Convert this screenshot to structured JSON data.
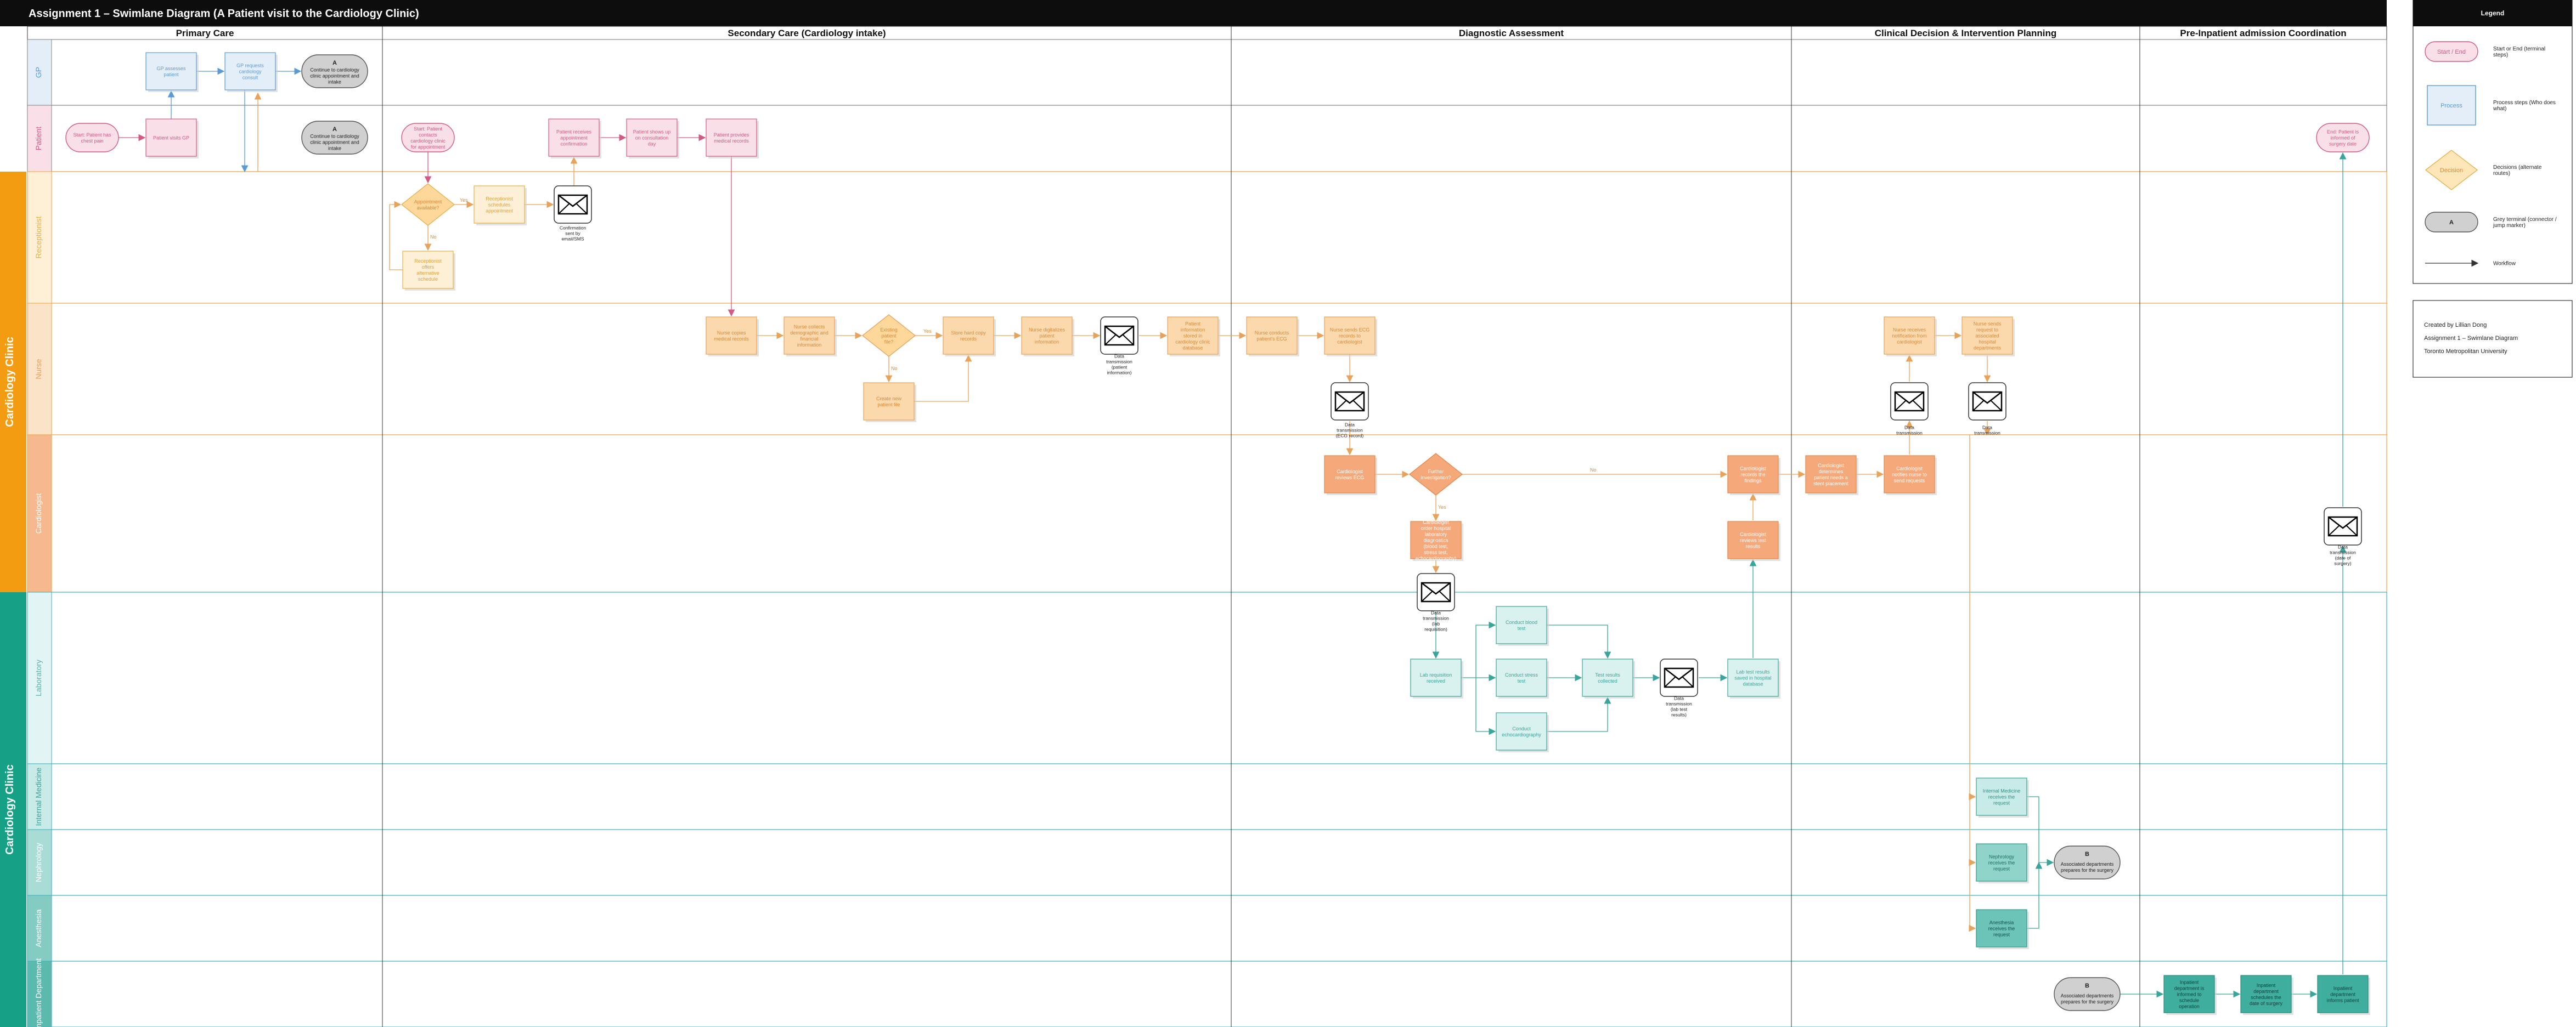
{
  "title": "Assignment 1 – Swimlane Diagram (A Patient visit to the Cardiology Clinic)",
  "phases": [
    {
      "id": "primary",
      "label": "Primary Care"
    },
    {
      "id": "secondary",
      "label": "Secondary Care (Cardiology intake)"
    },
    {
      "id": "diagnostic",
      "label": "Diagnostic Assessment"
    },
    {
      "id": "clinical",
      "label": "Clinical Decision & Intervention Planning"
    },
    {
      "id": "preinpatient",
      "label": "Pre-Inpatient admission Coordination"
    }
  ],
  "groups": [
    {
      "id": "g1",
      "label": "Cardiology Clinic",
      "color": "#f39c12"
    },
    {
      "id": "g2",
      "label": "Cardiology Clinic",
      "color": "#16a085"
    }
  ],
  "lanes": [
    {
      "id": "gp",
      "label": "GP",
      "fill": "#e3eef9",
      "text": "#5b9bd5"
    },
    {
      "id": "patient",
      "label": "Patient",
      "fill": "#f8dfe8",
      "text": "#d45a86"
    },
    {
      "id": "receptionist",
      "label": "Receptionist",
      "fill": "#fdf0d6",
      "text": "#e8b04a"
    },
    {
      "id": "nurse",
      "label": "Nurse",
      "fill": "#fbe3c8",
      "text": "#e8a25a"
    },
    {
      "id": "cardiologist",
      "label": "Cardiologist",
      "fill": "#f5b98d",
      "text": "#ffffff"
    },
    {
      "id": "lab",
      "label": "Laboratory",
      "fill": "#e2f4f3",
      "text": "#5fb3ad"
    },
    {
      "id": "internal",
      "label": "Internal Medicine",
      "fill": "#c8ebe7",
      "text": "#3f9f97"
    },
    {
      "id": "nephro",
      "label": "Nephrology",
      "fill": "#a8dcd5",
      "text": "#ffffff"
    },
    {
      "id": "anaes",
      "label": "Anesthesia",
      "fill": "#84ccc2",
      "text": "#ffffff"
    },
    {
      "id": "inpatient",
      "label": "Inpatient Department",
      "fill": "#5bb9ad",
      "text": "#ffffff"
    }
  ],
  "legend": {
    "title": "Legend",
    "items": [
      {
        "id": "terminal",
        "label": "Start / End",
        "desc": "Start or End (terminal steps)"
      },
      {
        "id": "process",
        "label": "Process",
        "desc": "Process steps (Who does what)"
      },
      {
        "id": "decision",
        "label": "Decision",
        "desc": "Decisions (alternate routes)"
      },
      {
        "id": "connector",
        "label": "A",
        "desc": "Grey terminal (connector / jump marker)"
      },
      {
        "id": "workflow",
        "label": "",
        "desc": "Workflow"
      }
    ]
  },
  "credits": [
    "Created by Lillian Dong",
    "Assignment 1 – Swimlane Diagram",
    "Toronto Metropolitan University"
  ],
  "nodes": [
    {
      "id": "gp_assess",
      "lane": "gp",
      "type": "process",
      "text": "GP assesses patient"
    },
    {
      "id": "gp_request",
      "lane": "gp",
      "type": "process",
      "text": "GP requests cardiology consult"
    },
    {
      "id": "conA_top",
      "lane": "gp",
      "type": "connector",
      "letter": "A",
      "text": "Continue to cardiology clinic appointment and intake"
    },
    {
      "id": "start1",
      "lane": "patient",
      "type": "terminal",
      "text": "Start: Patient has chest pain"
    },
    {
      "id": "visit_gp",
      "lane": "patient",
      "type": "process",
      "text": "Patient visits GP"
    },
    {
      "id": "conA_pat",
      "lane": "patient",
      "type": "connector",
      "letter": "A",
      "text": "Continue to cardiology clinic appointment and intake"
    },
    {
      "id": "start2",
      "lane": "patient",
      "type": "terminal",
      "text": "Start: Patient contacts cardiology clinic for appointment"
    },
    {
      "id": "pat_receives",
      "lane": "patient",
      "type": "process",
      "text": "Patient receives appointment confirmation"
    },
    {
      "id": "pat_shows",
      "lane": "patient",
      "type": "process",
      "text": "Patient shows up on consultation day"
    },
    {
      "id": "pat_provides",
      "lane": "patient",
      "type": "process",
      "text": "Patient provides medical records"
    },
    {
      "id": "end1",
      "lane": "patient",
      "type": "terminal",
      "text": "End: Patient is informed of surgery date"
    },
    {
      "id": "appt_avail",
      "lane": "receptionist",
      "type": "decision",
      "text": "Appointment available?"
    },
    {
      "id": "rec_schedules",
      "lane": "receptionist",
      "type": "process",
      "text": "Receptionist schedules appointment"
    },
    {
      "id": "rec_offers",
      "lane": "receptionist",
      "type": "process",
      "text": "Receptionist offers alternative schedule"
    },
    {
      "id": "env_confirm",
      "lane": "receptionist",
      "type": "envelope",
      "text": "Confirmation sent by email/SMS"
    },
    {
      "id": "nurse_copies",
      "lane": "nurse",
      "type": "process",
      "text": "Nurse copies medical records"
    },
    {
      "id": "nurse_collects",
      "lane": "nurse",
      "type": "process",
      "text": "Nurse collects demographic and financial information"
    },
    {
      "id": "existing",
      "lane": "nurse",
      "type": "decision",
      "text": "Existing patient file?"
    },
    {
      "id": "create_file",
      "lane": "nurse",
      "type": "process",
      "text": "Create new patient file"
    },
    {
      "id": "store_copy",
      "lane": "nurse",
      "type": "process",
      "text": "Store hard copy records"
    },
    {
      "id": "nurse_digit",
      "lane": "nurse",
      "type": "process",
      "text": "Nurse digitalizes patient information"
    },
    {
      "id": "env_patient",
      "lane": "nurse",
      "type": "envelope",
      "text": "Data transmission (patient information)"
    },
    {
      "id": "patient_info",
      "lane": "nurse",
      "type": "process",
      "text": "Patient information stored in cardiology clinic database"
    },
    {
      "id": "nurse_ecg",
      "lane": "nurse",
      "type": "process",
      "text": "Nurse conducts patient's ECG"
    },
    {
      "id": "nurse_sends_ecg",
      "lane": "nurse",
      "type": "process",
      "text": "Nurse sends ECG records to cardiologist"
    },
    {
      "id": "env_ecg",
      "lane": "nurse",
      "type": "envelope",
      "text": "Data transmission (ECG record)"
    },
    {
      "id": "nurse_receives",
      "lane": "nurse",
      "type": "process",
      "text": "Nurse receives notification from cardiologist"
    },
    {
      "id": "nurse_request",
      "lane": "nurse",
      "type": "process",
      "text": "Nurse sends request to associated hospital departments"
    },
    {
      "id": "env_n1",
      "lane": "nurse",
      "type": "envelope",
      "text": "Data transmission"
    },
    {
      "id": "env_n2",
      "lane": "nurse",
      "type": "envelope",
      "text": "Data transmission"
    },
    {
      "id": "card_reviews",
      "lane": "cardiologist",
      "type": "process",
      "text": "Cardiologist reviews ECG"
    },
    {
      "id": "further",
      "lane": "cardiologist",
      "type": "decision",
      "text": "Further investigation?"
    },
    {
      "id": "card_orders",
      "lane": "cardiologist",
      "type": "process",
      "text": "Cardiologist order hospital laboratory diagnostics (blood test, stress test, echocardiography)"
    },
    {
      "id": "env_lab_req",
      "lane": "cardiologist",
      "type": "envelope",
      "text": "Data transmission (lab requisition)"
    },
    {
      "id": "card_records",
      "lane": "cardiologist",
      "type": "process",
      "text": "Cardiologist records the findings"
    },
    {
      "id": "card_reviews_lab",
      "lane": "cardiologist",
      "type": "process",
      "text": "Cardiologist reviews test results"
    },
    {
      "id": "card_determines",
      "lane": "cardiologist",
      "type": "process",
      "text": "Cardiologist determines patient needs a stent placement"
    },
    {
      "id": "card_notifies",
      "lane": "cardiologist",
      "type": "process",
      "text": "Cardiologist notifies nurse to send requests"
    },
    {
      "id": "env_surgery",
      "lane": "cardiologist",
      "type": "envelope",
      "text": "Data transmission (date of surgery)"
    },
    {
      "id": "lab_req",
      "lane": "lab",
      "type": "process",
      "text": "Lab requisition received"
    },
    {
      "id": "blood",
      "lane": "lab",
      "type": "process",
      "text": "Conduct blood test"
    },
    {
      "id": "stress",
      "lane": "lab",
      "type": "process",
      "text": "Conduct stress test"
    },
    {
      "id": "echo",
      "lane": "lab",
      "type": "process",
      "text": "Conduct echocardiography"
    },
    {
      "id": "collect",
      "lane": "lab",
      "type": "process",
      "text": "Test results collected"
    },
    {
      "id": "env_lab",
      "lane": "lab",
      "type": "envelope",
      "text": "Data transmission (lab test results)"
    },
    {
      "id": "lab_saved",
      "lane": "lab",
      "type": "process",
      "text": "Lab test results saved in hospital database"
    },
    {
      "id": "im_receives",
      "lane": "internal",
      "type": "process",
      "text": "Internal Medicine receives the request"
    },
    {
      "id": "neph_receives",
      "lane": "nephro",
      "type": "process",
      "text": "Nephrology receives the request"
    },
    {
      "id": "conB_neph",
      "lane": "nephro",
      "type": "connector",
      "letter": "B",
      "text": "Associated departments prepares for the surgery"
    },
    {
      "id": "anaes_receives",
      "lane": "anaes",
      "type": "process",
      "text": "Anesthesia receives the request"
    },
    {
      "id": "conB_inp",
      "lane": "inpatient",
      "type": "connector",
      "letter": "B",
      "text": "Associated departments prepares for the surgery"
    },
    {
      "id": "inp_informed",
      "lane": "inpatient",
      "type": "process",
      "text": "Inpatient department is informed to schedule operation"
    },
    {
      "id": "inp_schedules",
      "lane": "inpatient",
      "type": "process",
      "text": "Inpatient department schedules the date of surgery"
    },
    {
      "id": "inp_informs",
      "lane": "inpatient",
      "type": "process",
      "text": "Inpatient department informs patient"
    }
  ],
  "branch_labels": {
    "yes": "Yes",
    "no": "No"
  }
}
